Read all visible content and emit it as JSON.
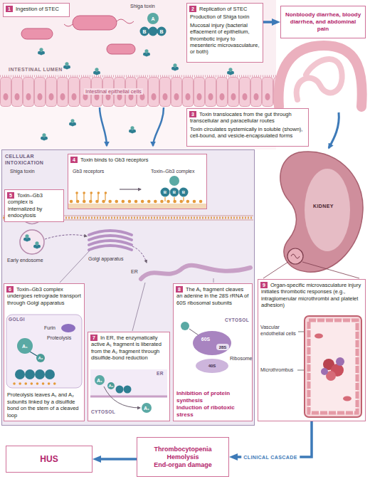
{
  "diagram": {
    "nodes": [
      {
        "text": [
          "1",
          "Ingestion of STEC"
        ]
      },
      {
        "text": [
          "2",
          "Replication of STEC",
          "Production of Shiga toxin",
          "Mucosal injury (bacterial effacement of epithelium, thrombotic injury to mesenteric microvasculature, or both)"
        ]
      },
      {
        "text": [
          "Nonbloody diarrhea, bloody diarrhea, and abdominal pain"
        ]
      },
      {
        "text": [
          "3",
          "Toxin translocates from the gut through transcellular and paracellular routes",
          "Toxin circulates systemically in soluble (shown), cell-bound, and vesicle-encapsulated forms"
        ]
      },
      {
        "text": [
          "CELLULAR INTOXICATION"
        ]
      },
      {
        "text": [
          "4",
          "Toxin binds to Gb3 receptors"
        ],
        "in": 4
      },
      {
        "text": [
          "5",
          "Toxin–Gb3 complex is internalized by endocytosis"
        ],
        "in": 4
      },
      {
        "text": [
          "6",
          "Toxin–Gb3 complex undergoes retrograde transport through Golgi apparatus",
          "Proteolysis leaves A₁ and A₂ subunits linked by a disulfide bond on the stem of a cleaved loop"
        ],
        "in": 4
      },
      {
        "text": [
          "7",
          "In ER, the enzymatically active A₁ fragment is liberated from the A₂ fragment through disulfide-bond reduction"
        ],
        "in": 4
      },
      {
        "text": [
          "8",
          "The A₁ fragment cleaves an adenine in the 28S rRNA of 60S ribosomal subunits",
          "Inhibition of protein synthesis",
          "Induction of ribotoxic stress"
        ],
        "in": 4
      },
      {
        "text": [
          "9",
          "Organ-specific microvasculature injury initiates thrombotic responses (e.g., intraglomerular microthrombi and platelet adhesion)"
        ]
      },
      {
        "text": [
          "Thrombocytopenia",
          "Hemolysis",
          "End-organ damage"
        ]
      },
      {
        "text": [
          "HUS"
        ]
      }
    ],
    "edges": [
      {
        "from": 1,
        "to": 2,
        "arrow": "to"
      },
      {
        "from": 10,
        "to": 11,
        "label": "CLINICAL CASCADE",
        "arrow": "to"
      },
      {
        "from": 11,
        "to": 12,
        "arrow": "to"
      }
    ],
    "labels": [
      "Shiga toxin",
      "A",
      "B",
      "B",
      "INTESTINAL LUMEN",
      "Intestinal epithelial cells",
      "KIDNEY",
      "Shiga toxin",
      "Gb3 receptors",
      "Toxin–Gb3 complex",
      "B",
      "B",
      "B",
      "Early endosome",
      "Golgi apparatus",
      "ER",
      "GOLGI",
      "Furin",
      "Proteolysis",
      "A₁",
      "A₂",
      "ER",
      "CYTOSOL",
      "A₁",
      "A₂",
      "A₁",
      "CYTOSOL",
      "60S",
      "28S",
      "Ribosome",
      "40S",
      "Vascular endothelial cells",
      "Microthrombus"
    ]
  }
}
